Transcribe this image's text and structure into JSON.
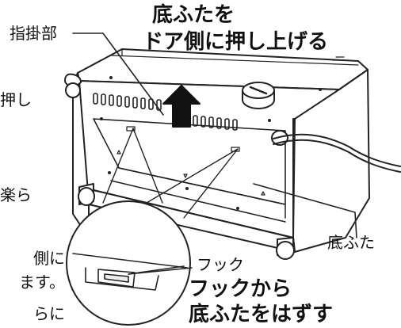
{
  "labels": {
    "finger_grip": "指掛部",
    "title_line1": "底ふたを",
    "title_line2": "ドア側に押し上げる",
    "bottom_cover": "底ふた",
    "hook": "フック",
    "caption_line1": "フックから",
    "caption_line2": "底ふたをはずす"
  },
  "cut_off_text": [
    "押し",
    "楽ら",
    "側に",
    "ます。",
    "らに"
  ]
}
